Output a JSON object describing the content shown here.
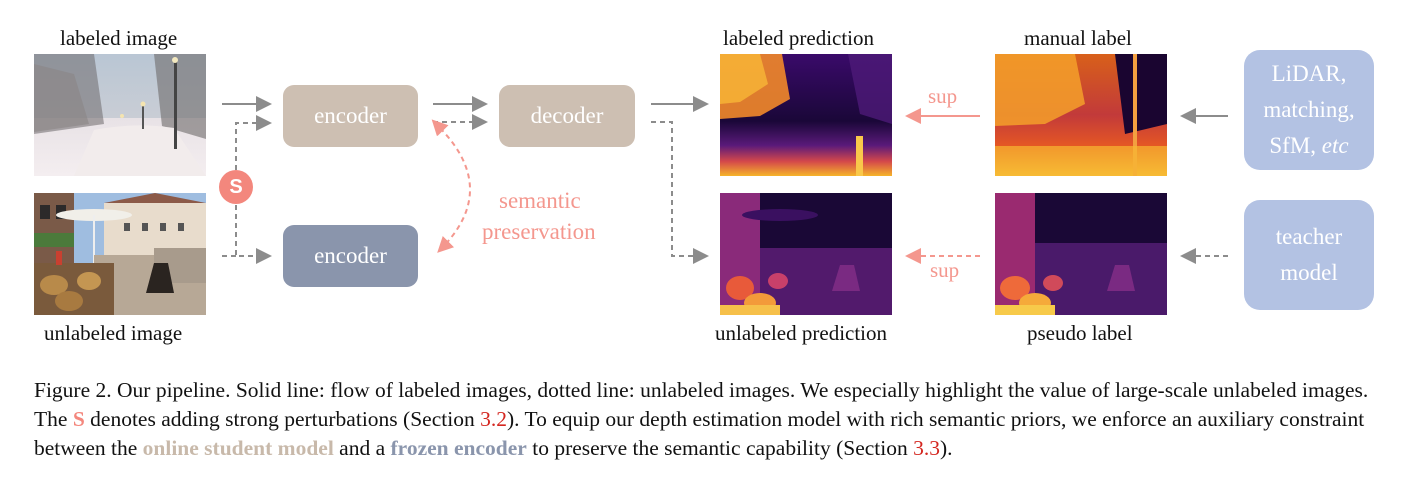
{
  "labels": {
    "labeled_image": "labeled image",
    "unlabeled_image": "unlabeled image",
    "labeled_prediction": "labeled prediction",
    "unlabeled_prediction": "unlabeled prediction",
    "manual_label": "manual label",
    "pseudo_label": "pseudo label"
  },
  "blocks": {
    "encoder_student": "encoder",
    "encoder_frozen": "encoder",
    "decoder": "decoder",
    "sources_top_line1": "LiDAR,",
    "sources_top_line2": "matching,",
    "sources_top_line3a": "SfM, ",
    "sources_top_line3b": "etc",
    "teacher_line1": "teacher",
    "teacher_line2": "model"
  },
  "annotations": {
    "s_symbol": "S",
    "semantic_line1": "semantic",
    "semantic_line2": "preservation",
    "sup_top": "sup",
    "sup_bottom": "sup"
  },
  "caption": {
    "p1": "Figure 2. Our pipeline. Solid line: flow of labeled images, dotted line: unlabeled images. We especially highlight the value of large-scale unlabeled images. The ",
    "s": "S",
    "p2": " denotes adding strong perturbations (Section ",
    "ref1": "3.2",
    "p3": "). To equip our depth estimation model with rich semantic priors, we enforce an auxiliary constraint between the ",
    "online": "online student model",
    "p4": " and a ",
    "frozen": "frozen encoder",
    "p5": " to preserve the semantic capability (Section ",
    "ref2": "3.3",
    "p6": ")."
  },
  "colors": {
    "student": "#cdbfb2",
    "frozen": "#8a95ac",
    "source_box": "#b3c2e3",
    "accent_pink": "#f4978e",
    "arrow_gray": "#8c8c8c",
    "ref_red": "#d4261f"
  }
}
